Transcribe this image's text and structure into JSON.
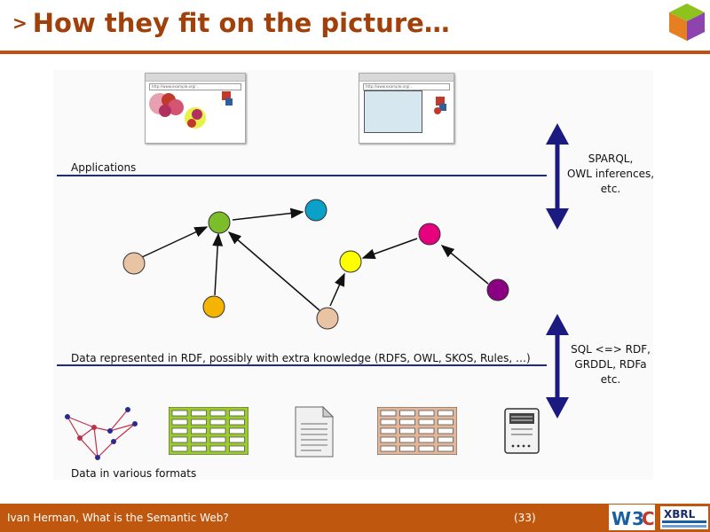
{
  "header": {
    "chevron": ">",
    "title": "How they fit on the picture…"
  },
  "layers": {
    "applications": "Applications",
    "rdf": "Data represented in RDF, possibly with extra knowledge (RDFS, OWL, SKOS, Rules, …)",
    "formats": "Data in various formats"
  },
  "arrows": {
    "top": [
      "SPARQL,",
      "OWL inferences,",
      "etc."
    ],
    "bottom": [
      "SQL <=> RDF,",
      "GRDDL, RDFa",
      "etc."
    ]
  },
  "browsers": [
    {
      "url": "http://www.example.org/..."
    },
    {
      "url": "http://www.example.org/..."
    }
  ],
  "graph_nodes": [
    {
      "id": "n1",
      "color": "#e8c4a5"
    },
    {
      "id": "n2",
      "color": "#7cbd2a"
    },
    {
      "id": "n3",
      "color": "#0aa0c8"
    },
    {
      "id": "n4",
      "color": "#f4b400"
    },
    {
      "id": "n5",
      "color": "#e8c4a5"
    },
    {
      "id": "n6",
      "color": "#ffff00"
    },
    {
      "id": "n7",
      "color": "#e6007e"
    },
    {
      "id": "n8",
      "color": "#8b0082"
    }
  ],
  "format_icons": [
    "network-graph-icon",
    "green-table-icon",
    "document-icon",
    "tan-table-icon",
    "server-icon"
  ],
  "footer": {
    "author": "Ivan Herman, What is the Semantic Web?",
    "page": "(33)"
  },
  "colors": {
    "title": "#a0400a",
    "rule": "#c0500f",
    "footer": "#c0570f",
    "arrow": "#1a1a80",
    "line": "#1a2c8a"
  }
}
